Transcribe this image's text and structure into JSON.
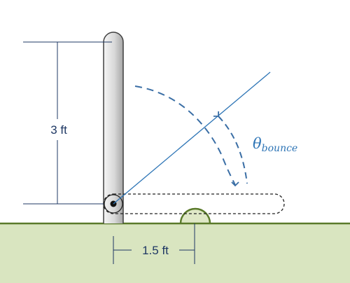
{
  "labels": {
    "height_dim": "3 ft",
    "width_dim": "1.5 ft",
    "theta_symbol": "θ",
    "theta_subscript": "bounce"
  },
  "colors": {
    "ground_fill": "#d9e5c0",
    "ground_stroke": "#5a7a2a",
    "bump_fill": "#dfe8c7",
    "dim_line": "#1f3864",
    "ray_line": "#2e75b6",
    "arc_dash": "#3a6ea5",
    "bar_fill_light": "#f5f5f5",
    "bar_fill_dark": "#a6a6a6",
    "bar_stroke": "#404040"
  }
}
